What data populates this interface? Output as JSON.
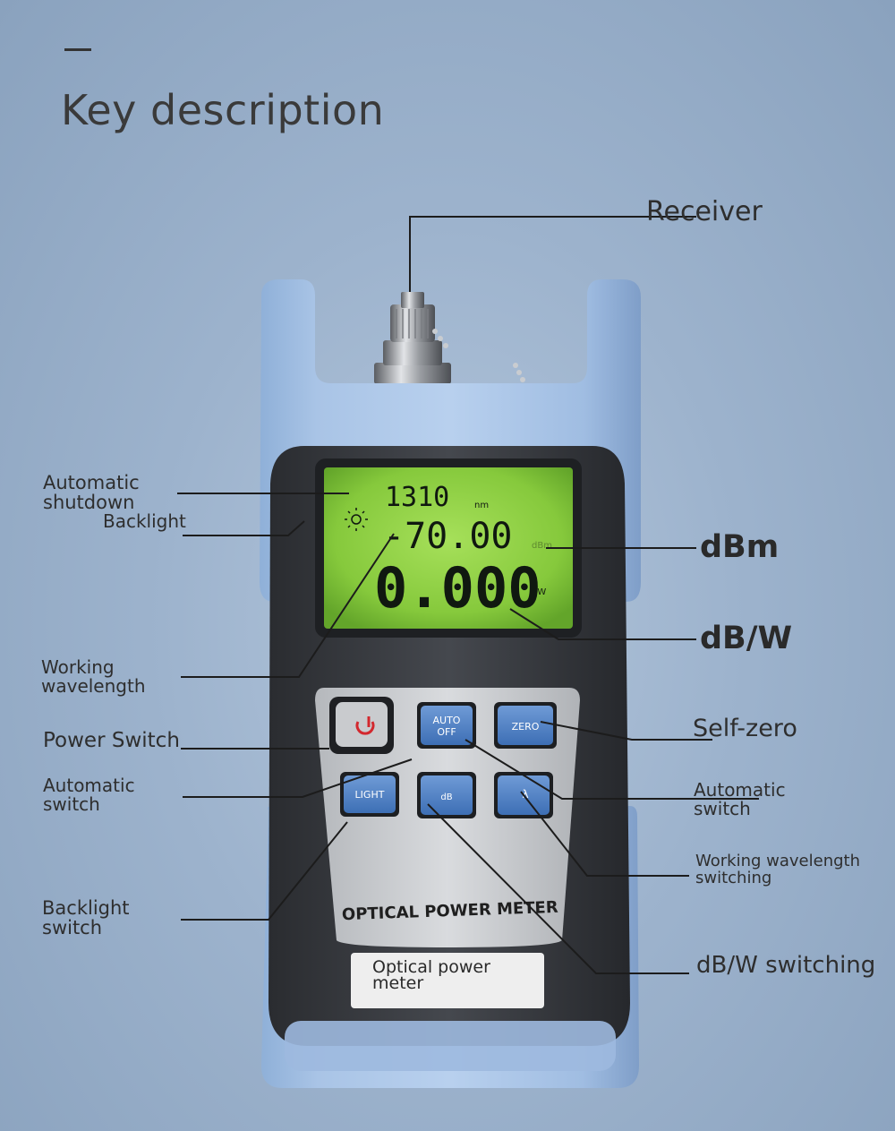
{
  "header": {
    "title": "Key description"
  },
  "labels": {
    "receiver": "Receiver",
    "automatic_shutdown": [
      "Automatic",
      "shutdown"
    ],
    "backlight": "Backlight",
    "dbm": "dBm",
    "dbw": "dB/W",
    "working_wavelength": [
      "Working",
      "wavelength"
    ],
    "power_switch": "Power Switch",
    "self_zero": "Self-zero",
    "automatic_switch_left": [
      "Automatic",
      "switch"
    ],
    "automatic_switch_right": [
      "Automatic",
      "switch"
    ],
    "working_wavelength_switching": [
      "Working wavelength",
      "switching"
    ],
    "backlight_switch": [
      "Backlight",
      "switch"
    ],
    "dbw_switching": "dB/W switching"
  },
  "device": {
    "lcd": {
      "wavelength": "1310",
      "wavelength_unit": "nm",
      "dbm_value": "-70.00",
      "dbm_unit": "dBm",
      "power_value": "0.000",
      "power_unit": "nW"
    },
    "buttons": {
      "auto_off": [
        "AUTO",
        "OFF"
      ],
      "zero": "ZERO",
      "light": "LIGHT",
      "db": "dB",
      "lambda": "λ"
    },
    "panel_text": "OPTICAL POWER METER",
    "sticker": [
      "Optical power",
      "meter"
    ]
  }
}
